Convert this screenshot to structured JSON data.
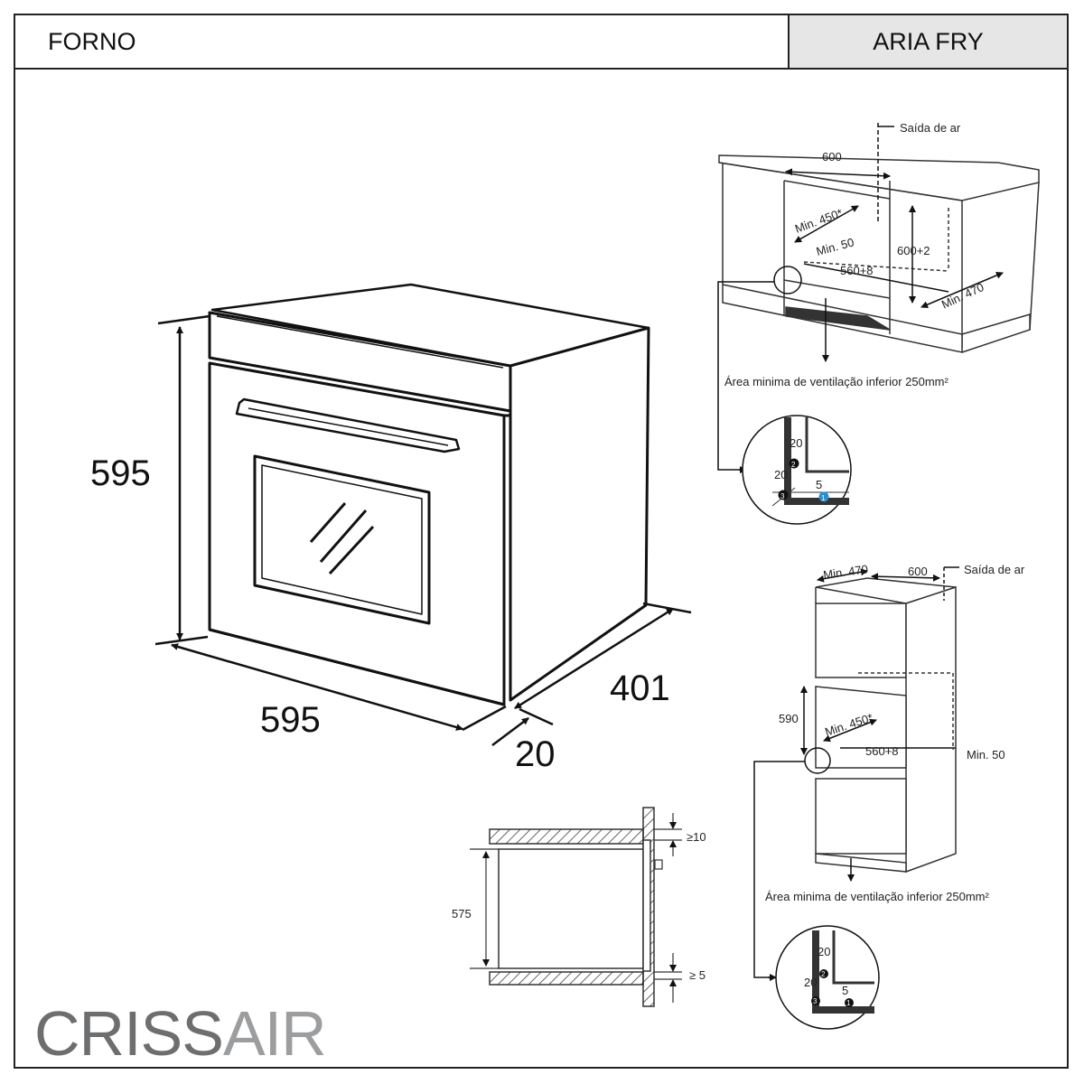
{
  "header": {
    "category": "FORNO",
    "model": "ARIA FRY"
  },
  "brand": {
    "logo_text": "CRISSAIR",
    "logo_color_dark": "#6d6e70",
    "logo_color_light": "#9c9d9f"
  },
  "oven": {
    "height": "595",
    "width": "595",
    "depth": "401",
    "door": "20"
  },
  "built_in_under": {
    "air_outlet": "Saída de ar",
    "width_top": "600",
    "min_450": "Min. 450*",
    "min_50": "Min. 50",
    "height_600": "600+2",
    "width_560": "560+8",
    "min_470": "Min. 470",
    "ventilation_note": "Área minima de ventilação inferior 250mm²",
    "detail": {
      "d20a": "20",
      "d20b": "20",
      "d5": "5",
      "m1": "1",
      "m2": "2",
      "m3": "3"
    }
  },
  "built_in_column": {
    "min_470": "Min. 470",
    "width_600": "600",
    "air_outlet": "Saída de ar",
    "height_590": "590",
    "min_450": "Min. 450*",
    "width_560": "560+8",
    "min_50": "Min. 50",
    "ventilation_note": "Área minima de ventilação inferior 250mm²",
    "detail": {
      "d20a": "20",
      "d20b": "20",
      "d5": "5",
      "m1": "1",
      "m2": "2",
      "m3": "3"
    }
  },
  "side_section": {
    "gap_top": "≥10",
    "height": "575",
    "gap_bottom": "≥ 5"
  }
}
